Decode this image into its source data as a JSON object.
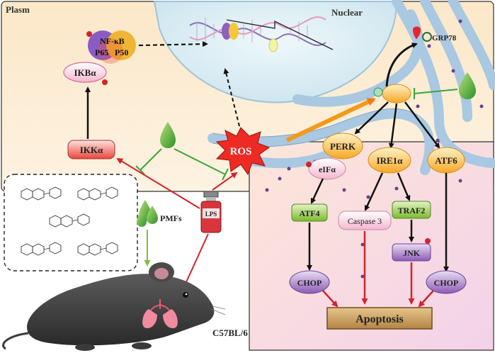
{
  "regions": {
    "plasm": "Plasm",
    "nuclear": "Nuclear"
  },
  "nodes": {
    "nfkb": "NF-κB",
    "p65": "P65",
    "p50": "P50",
    "ikba": "IKBα",
    "ikka": "IKKα",
    "ros": "ROS",
    "grp78": "GRP78",
    "perk": "PERK",
    "ire1a": "IRE1α",
    "atf6": "ATF6",
    "eifa": "eIFα",
    "atf4": "ATF4",
    "caspase3": "Caspase 3",
    "traf2": "TRAF2",
    "jnk": "JNK",
    "chop_left": "CHOP",
    "chop_right": "CHOP",
    "apoptosis": "Apoptosis",
    "lps": "LPS",
    "pmfs": "PMFs",
    "mouse": "C57BL/6"
  },
  "colors": {
    "plasm_bg": "#fbe9cf",
    "er_bg": "#f6d6e4",
    "er_membrane": "#a9c8e2",
    "inhibit_green": "#3aa63a",
    "activate_red": "#e0282a"
  },
  "icons": [
    "dna-icon",
    "droplet-icon",
    "mouse-icon",
    "lungs-icon",
    "vial-icon",
    "molecule-structures"
  ]
}
